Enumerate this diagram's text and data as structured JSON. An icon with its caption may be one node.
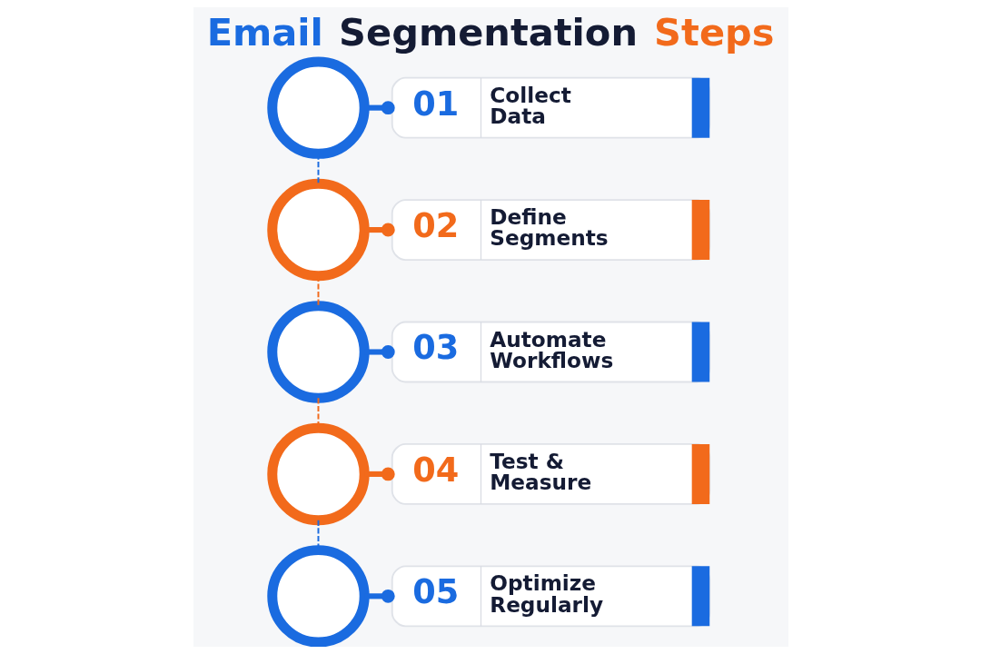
{
  "diagram": {
    "title": "Email Segmentation Steps",
    "nodes": [
      {
        "text": [],
        "shape": "circle"
      },
      {
        "text": [
          "01",
          "Collect Data"
        ]
      },
      {
        "text": [],
        "shape": "circle"
      },
      {
        "text": [
          "02",
          "Define Segments"
        ]
      },
      {
        "text": [],
        "shape": "circle"
      },
      {
        "text": [
          "03",
          "Automate Workflows"
        ]
      },
      {
        "text": [],
        "shape": "circle"
      },
      {
        "text": [
          "04",
          "Test & Measure"
        ]
      },
      {
        "text": [],
        "shape": "circle"
      },
      {
        "text": [
          "05",
          "Optimize Regularly"
        ]
      }
    ],
    "edges": [
      {
        "from": 0,
        "to": 1,
        "arrow": "other"
      },
      {
        "from": 2,
        "to": 3,
        "arrow": "other",
        "color": "#f26a1b"
      },
      {
        "from": 4,
        "to": 5,
        "arrow": "other"
      },
      {
        "from": 6,
        "to": 7,
        "arrow": "other",
        "color": "#f26a1b"
      },
      {
        "from": 8,
        "to": 9,
        "arrow": "other"
      },
      {
        "from": 0,
        "to": 2,
        "arrow": "none",
        "style": "dashed"
      },
      {
        "from": 2,
        "to": 4,
        "arrow": "none",
        "style": "dashed",
        "color": "#f26a1b"
      },
      {
        "from": 4,
        "to": 6,
        "arrow": "none",
        "style": "dashed",
        "color": "#f26a1b"
      },
      {
        "from": 6,
        "to": 8,
        "arrow": "none",
        "style": "dashed"
      }
    ]
  }
}
